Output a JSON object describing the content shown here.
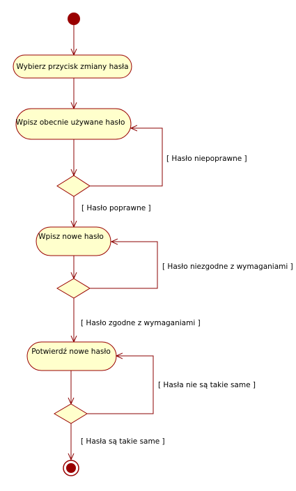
{
  "colors": {
    "action_fill": "#ffffcc",
    "action_stroke": "#990000",
    "flow": "#8b0000",
    "start_fill": "#990000",
    "end_ring": "#990000",
    "end_fill": "#990000",
    "background": "#ffffff"
  },
  "actions": {
    "select_button": "Wybierz przycisk zmiany hasła",
    "enter_current": "Wpisz obecnie używane hasło",
    "enter_new": "Wpisz nowe hasło",
    "confirm_new": "Potwierdź nowe hasło"
  },
  "guards": {
    "current_wrong": "[ Hasło niepoprawne ]",
    "current_ok": "[ Hasło poprawne ]",
    "new_invalid": "[ Hasło niezgodne z wymaganiami ]",
    "new_valid": "[ Hasło zgodne z wymaganiami ]",
    "confirm_mismatch": "[ Hasła nie są takie same ]",
    "confirm_match": "[ Hasła są takie same ]"
  }
}
